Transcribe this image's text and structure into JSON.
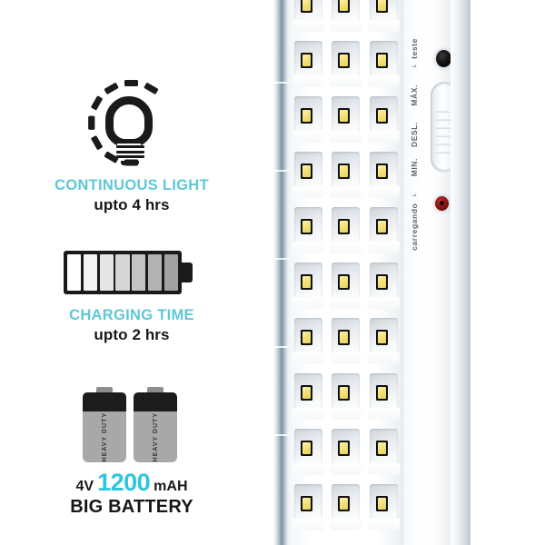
{
  "product": {
    "type": "rechargeable-led-emergency-lamp"
  },
  "features": [
    {
      "icon": "light-bulb-icon",
      "caption": "CONTINUOUS LIGHT",
      "value": "upto 4 hrs"
    },
    {
      "icon": "battery-charge-level-icon",
      "caption": "CHARGING TIME",
      "value": "upto 2 hrs"
    }
  ],
  "battery_spec": {
    "icon": "two-batteries-icon",
    "battery_label": "HEAVY DUTY",
    "voltage": "4V",
    "capacity": "1200",
    "capacity_unit": "mAH",
    "headline": "BIG BATTERY"
  },
  "lamp": {
    "led_columns": 3,
    "led_rows": 10,
    "controls": {
      "test_button": "test-button",
      "test_label": "⌐ teste",
      "mode_max_label": "MÁX.",
      "mode_off_label": "DESL.",
      "mode_min_label": "MIN.",
      "charging_label": "carregando ⌐",
      "charge_indicator": "charging-led-red",
      "slider": "mode-slider"
    }
  },
  "colors": {
    "accent_cyan": "#5ec8d8",
    "accent_cyan_strong": "#2ec4e0",
    "text_dark": "#17171a",
    "led_phosphor": "#f4e27a",
    "charge_led_red": "#8c1414",
    "body_white": "#ffffff"
  }
}
